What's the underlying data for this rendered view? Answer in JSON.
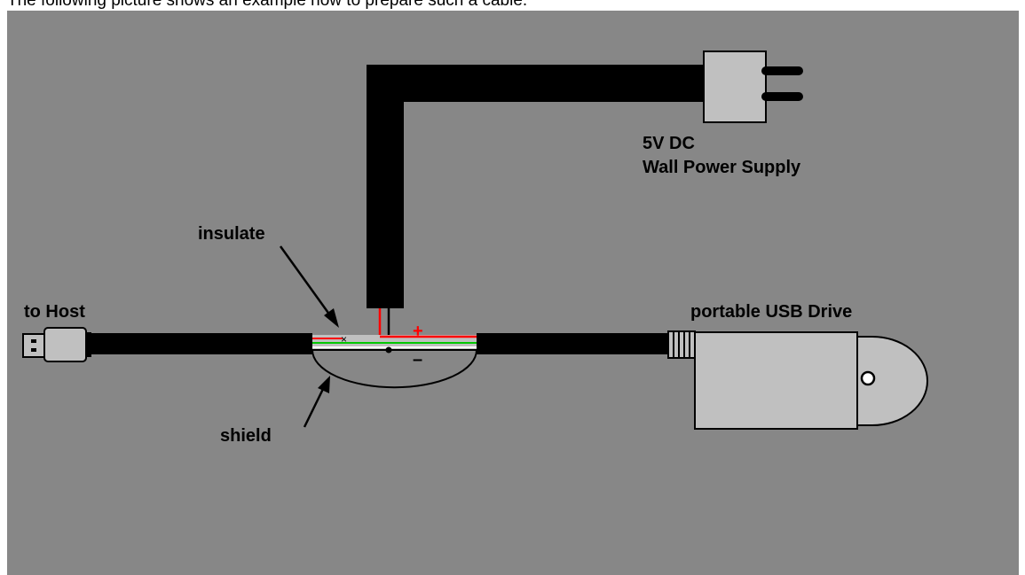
{
  "caption": "The following picture shows an example how to prepare such a cable.",
  "labels": {
    "power_supply_line1": "5V DC",
    "power_supply_line2": "Wall Power Supply",
    "insulate": "insulate",
    "to_host": "to Host",
    "portable_usb_drive": "portable USB Drive",
    "shield": "shield",
    "plus": "+",
    "minus": "–",
    "insulate_mark": "×"
  },
  "colors": {
    "background": "#878787",
    "cable": "#000000",
    "device": "#c0c0c0",
    "wire_red": "#ff0000",
    "wire_green": "#00c800",
    "wire_white": "#ffffff"
  },
  "icons": {
    "usb_plug": "usb-plug-icon",
    "wall_plug": "wall-plug-icon",
    "drive": "usb-drive-icon"
  }
}
